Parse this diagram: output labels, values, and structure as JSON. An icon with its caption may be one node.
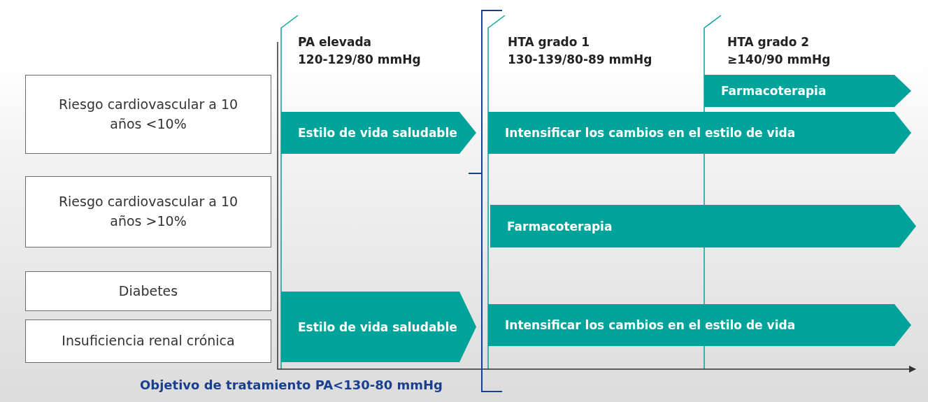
{
  "diagram": {
    "nodes": [
      {
        "text": [
          "Riesgo cardiovascular a 10 años <10%"
        ]
      },
      {
        "text": [
          "Riesgo cardiovascular a 10 años >10%"
        ]
      },
      {
        "text": [
          "Diabetes"
        ]
      },
      {
        "text": [
          "Insuficiencia renal crónica"
        ]
      },
      {
        "text": [
          "Farmacoterapia"
        ]
      },
      {
        "text": [
          "Estilo de vida saludable"
        ]
      },
      {
        "text": [
          "Intensificar los cambios en el estilo de vida"
        ]
      },
      {
        "text": [
          "Farmacoterapia"
        ]
      },
      {
        "text": [
          "Estilo de vida saludable"
        ]
      },
      {
        "text": [
          "Intensificar los cambios en el estilo de vida"
        ]
      }
    ],
    "labels": [
      "PA elevada",
      "120-129/80 mmHg",
      "HTA grado 1",
      "130-139/80-89 mmHg",
      "HTA grado 2",
      "≥140/90 mmHg",
      "Objetivo de tratamiento PA<130-80 mmHg"
    ]
  }
}
